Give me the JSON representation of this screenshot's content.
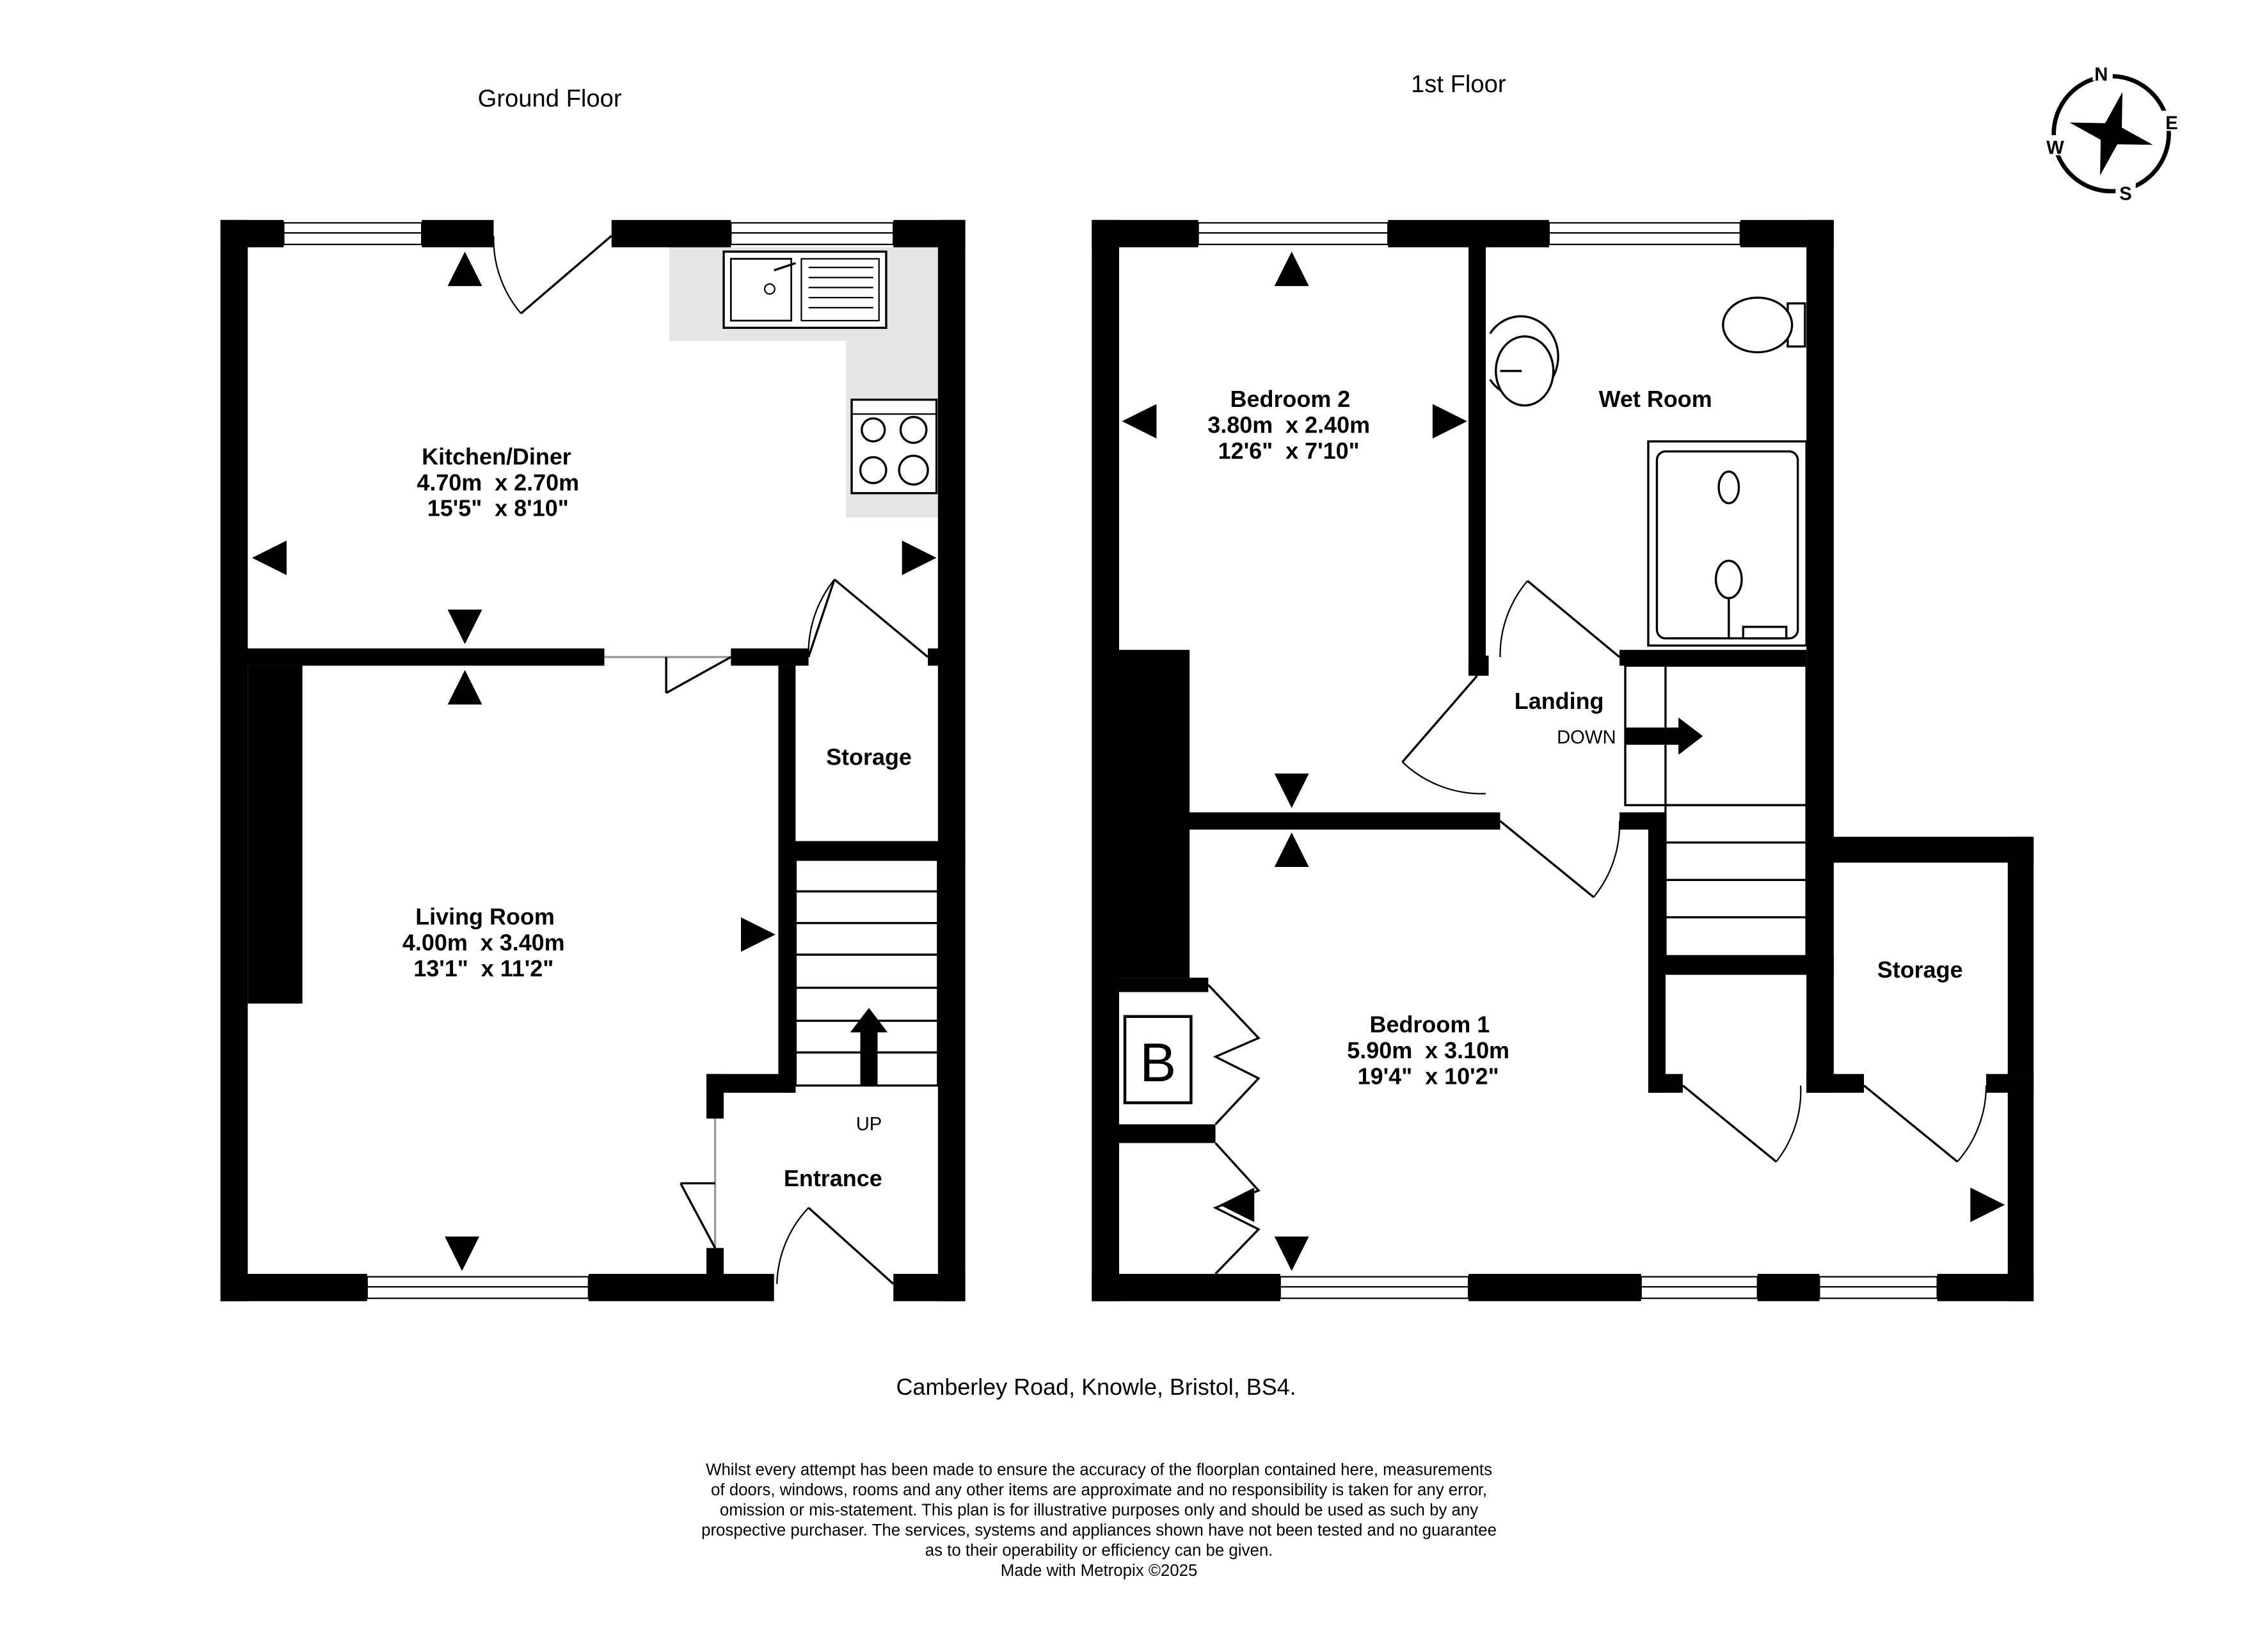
{
  "floors": {
    "ground": {
      "title": "Ground Floor"
    },
    "first": {
      "title": "1st Floor"
    }
  },
  "rooms": {
    "kitchen": {
      "name": "Kitchen/Diner",
      "metric": "4.70m  x 2.70m",
      "imperial": "15'5\"  x 8'10\""
    },
    "living": {
      "name": "Living Room",
      "metric": "4.00m  x 3.40m",
      "imperial": "13'1\"  x 11'2\""
    },
    "storage_ground": {
      "name": "Storage"
    },
    "entrance": {
      "name": "Entrance"
    },
    "stairs_up": {
      "label": "UP"
    },
    "bedroom2": {
      "name": "Bedroom 2",
      "metric": "3.80m  x 2.40m",
      "imperial": "12'6\"  x 7'10\""
    },
    "wetroom": {
      "name": "Wet Room"
    },
    "landing": {
      "name": "Landing"
    },
    "stairs_down": {
      "label": "DOWN"
    },
    "bedroom1": {
      "name": "Bedroom 1",
      "metric": "5.90m  x 3.10m",
      "imperial": "19'4\"  x 10'2\""
    },
    "storage_first": {
      "name": "Storage"
    },
    "boiler": {
      "label": "B"
    }
  },
  "compass": {
    "n": "N",
    "e": "E",
    "s": "S",
    "w": "W"
  },
  "address": "Camberley Road, Knowle, Bristol, BS4.",
  "disclaimer": [
    "Whilst every attempt has been made to ensure the accuracy of the floorplan contained here, measurements",
    "of doors, windows, rooms and any other items are approximate and no responsibility is taken for any error,",
    "omission or mis-statement. This plan is for illustrative purposes only and should be used as such by any",
    "prospective purchaser. The services, systems and appliances shown have not been tested and no guarantee",
    "as to their operability or efficiency can be given.",
    "Made with Metropix ©2025"
  ],
  "colors": {
    "wall": "#000000",
    "counter": "#e6e6e6",
    "window": "#9a9a9a"
  }
}
